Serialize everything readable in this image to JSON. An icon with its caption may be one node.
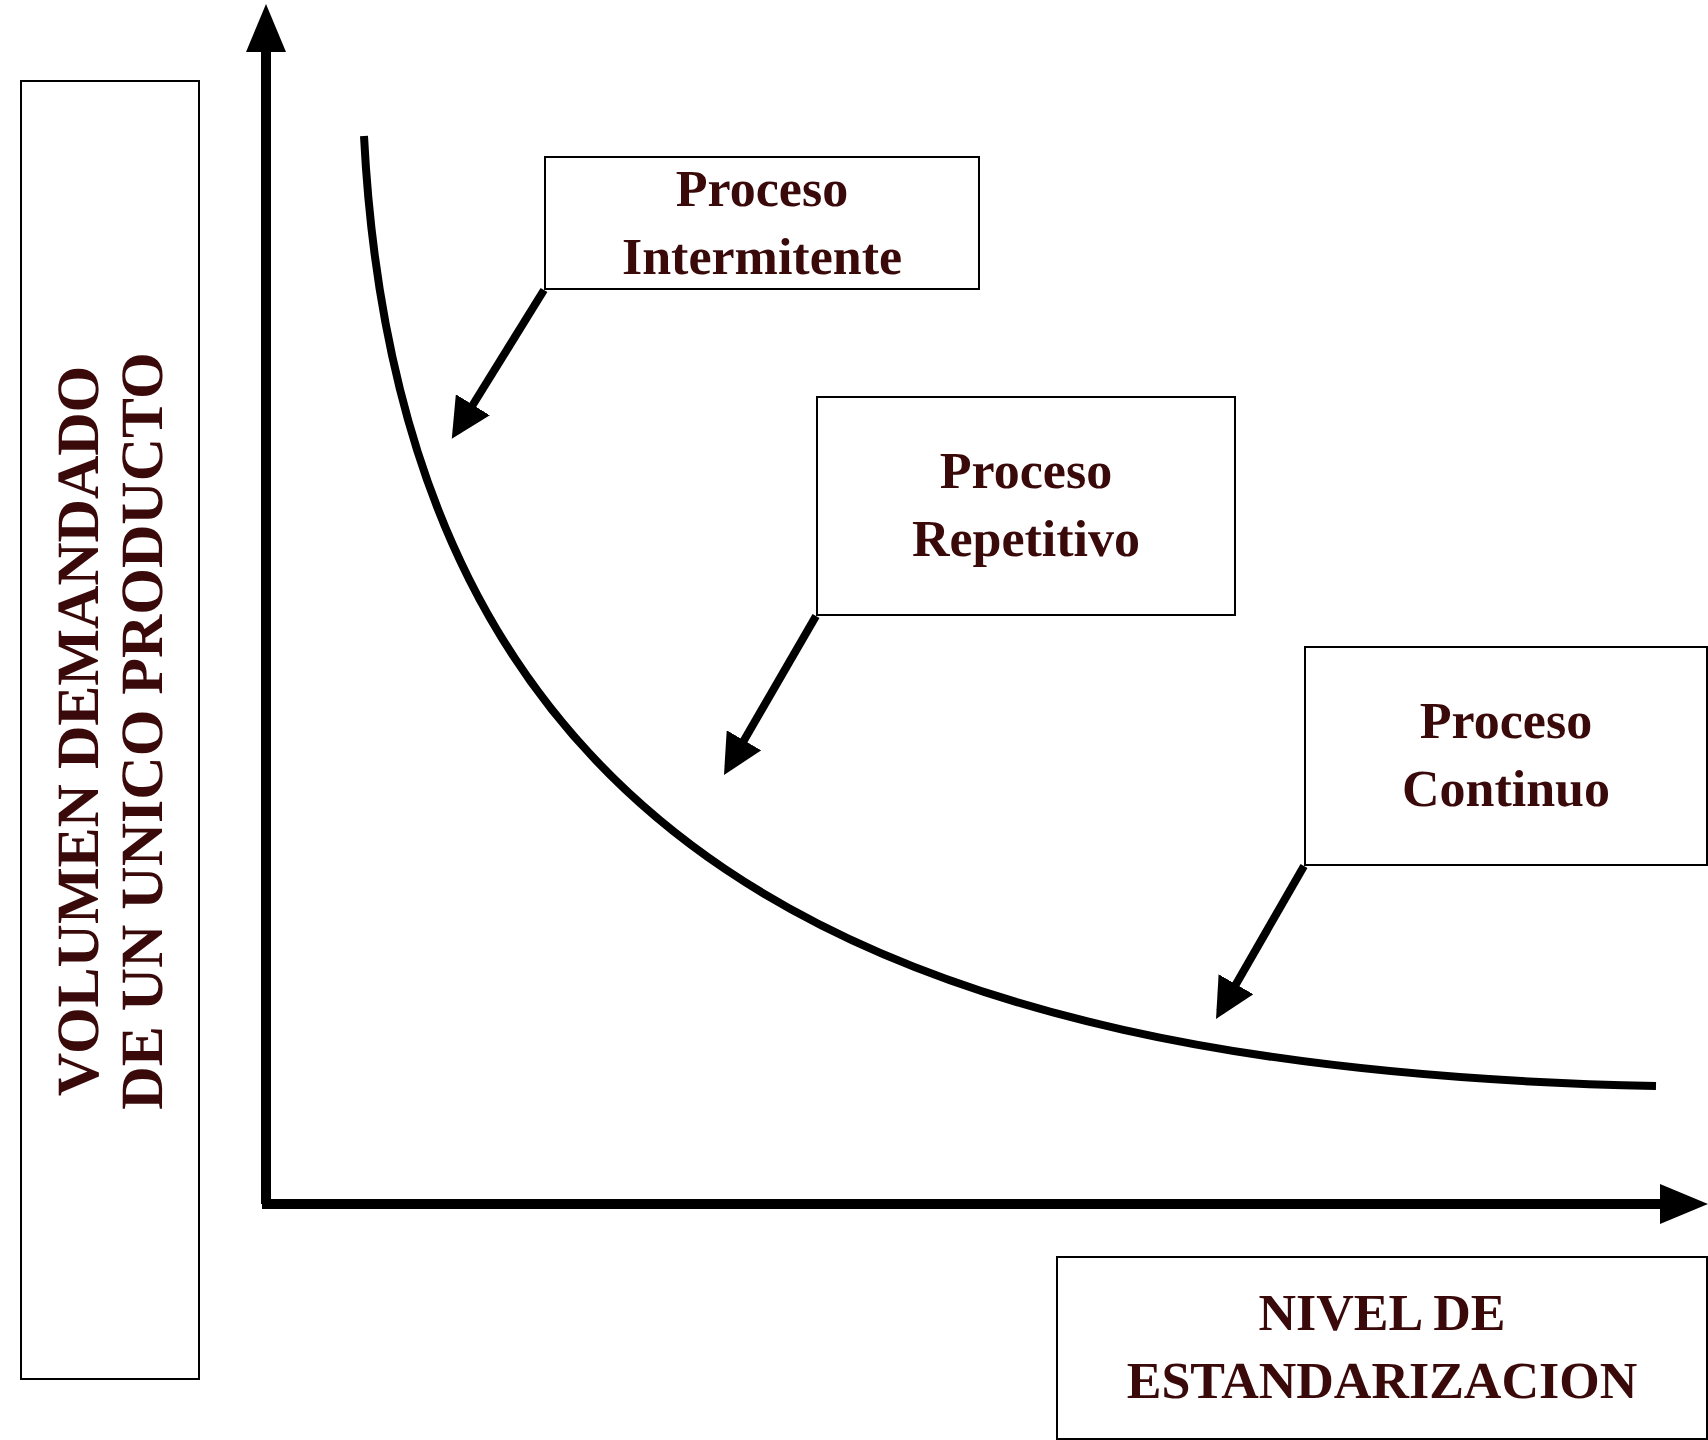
{
  "diagram": {
    "nodes": [
      {
        "text": [
          "VOLUMEN DEMANDADO DE UN UNICO PRODUCTO"
        ]
      },
      {
        "text": [
          "Proceso Intermitente"
        ]
      },
      {
        "text": [
          "Proceso Repetitivo"
        ]
      },
      {
        "text": [
          "Proceso Continuo"
        ]
      },
      {
        "text": [
          "NIVEL DE ESTANDARIZACION"
        ]
      }
    ],
    "edges": [
      {
        "from": 1,
        "to": null,
        "arrow": "to"
      },
      {
        "from": 2,
        "to": null,
        "arrow": "to"
      },
      {
        "from": 3,
        "to": null,
        "arrow": "to"
      }
    ]
  }
}
